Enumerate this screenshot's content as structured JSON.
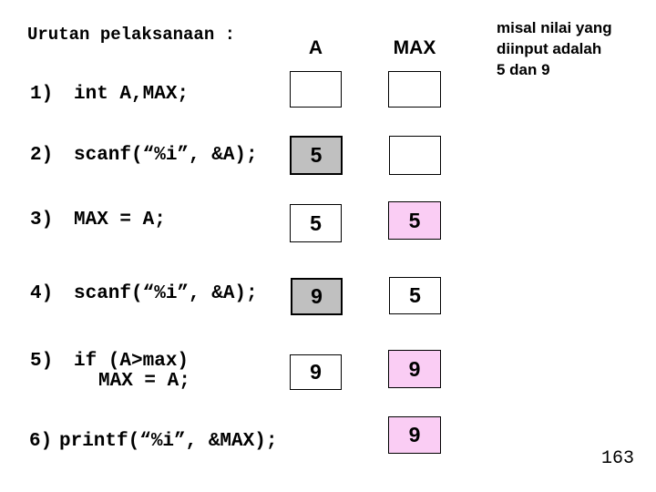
{
  "slide": {
    "title": "Urutan pelaksanaan :",
    "note": {
      "lines": [
        "misal nilai yang",
        "diinput adalah",
        "5 dan 9"
      ]
    },
    "columns": {
      "a": "A",
      "max": "MAX"
    },
    "steps": [
      {
        "num": "1)",
        "code": "int A,MAX;"
      },
      {
        "num": "2)",
        "code": "scanf(“%i”, &A);"
      },
      {
        "num": "3)",
        "code": "MAX = A;"
      },
      {
        "num": "4)",
        "code": "scanf(“%i”, &A);"
      },
      {
        "num": "5)",
        "code_line1": "if (A>max)",
        "code_line2": "MAX = A;"
      },
      {
        "num": "6)",
        "code": "printf(“%i”, &MAX);"
      }
    ],
    "boxes": {
      "a": [
        {
          "value": "",
          "fill": "white"
        },
        {
          "value": "5",
          "fill": "gray"
        },
        {
          "value": "5",
          "fill": "white"
        },
        {
          "value": "9",
          "fill": "gray"
        },
        {
          "value": "9",
          "fill": "white"
        }
      ],
      "max": [
        {
          "value": "",
          "fill": "white"
        },
        {
          "value": "",
          "fill": "white"
        },
        {
          "value": "5",
          "fill": "pink"
        },
        {
          "value": "5",
          "fill": "white"
        },
        {
          "value": "9",
          "fill": "pink"
        },
        {
          "value": "9",
          "fill": "pink"
        }
      ]
    },
    "page_number": "163",
    "colors": {
      "box_gray": "#c0c0c0",
      "box_pink": "#facdf4",
      "box_white": "#ffffff",
      "text": "#000000"
    }
  }
}
